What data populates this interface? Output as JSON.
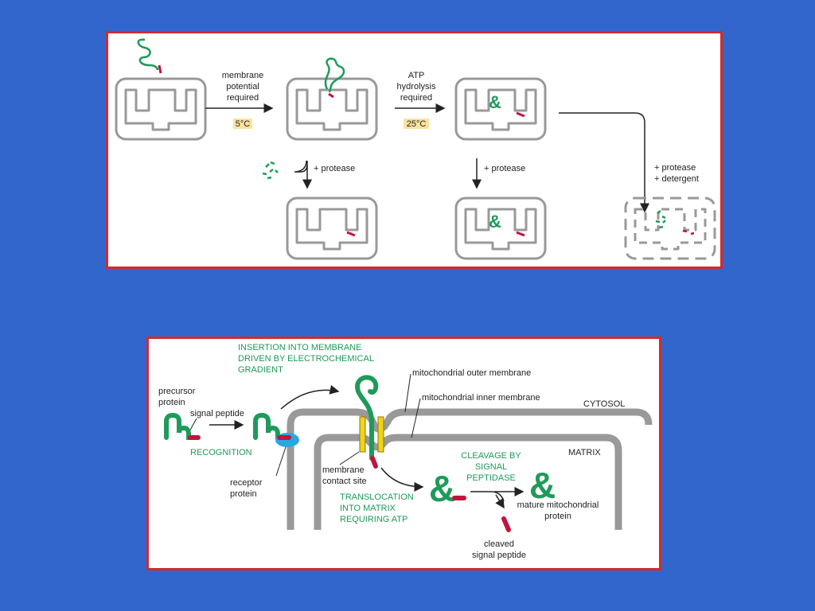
{
  "top_panel": {
    "step1_line1": "membrane",
    "step1_line2": "potential",
    "step1_line3": "required",
    "step1_temp": "5°C",
    "step2_line1": "ATP",
    "step2_line2": "hydrolysis",
    "step2_line3": "required",
    "step2_temp": "25°C",
    "protease_label_1": "+ protease",
    "protease_label_2": "+ protease",
    "protease_detergent_line1": "+ protease",
    "protease_detergent_line2": "+ detergent"
  },
  "bottom_panel": {
    "insertion_line1": "INSERTION INTO MEMBRANE",
    "insertion_line2": "DRIVEN BY ELECTROCHEMICAL",
    "insertion_line3": "GRADIENT",
    "outer_membrane": "mitochondrial outer membrane",
    "inner_membrane": "mitochondrial inner membrane",
    "cytosol": "CYTOSOL",
    "matrix": "MATRIX",
    "precursor_line1": "precursor",
    "precursor_line2": "protein",
    "signal_peptide": "signal peptide",
    "recognition": "RECOGNITION",
    "receptor_line1": "receptor",
    "receptor_line2": "protein",
    "contact_line1": "membrane",
    "contact_line2": "contact site",
    "translocation_line1": "TRANSLOCATION",
    "translocation_line2": "INTO MATRIX",
    "translocation_line3": "REQUIRING ATP",
    "cleavage_line1": "CLEAVAGE BY",
    "cleavage_line2": "SIGNAL",
    "cleavage_line3": "PEPTIDASE",
    "mature_line1": "mature mitochondrial",
    "mature_line2": "protein",
    "cleaved_line1": "cleaved",
    "cleaved_line2": "signal peptide"
  },
  "colors": {
    "background": "#3366cc",
    "frame": "#d42a2a",
    "protein": "#1e9a5a",
    "signal": "#c0143c",
    "membrane": "#999999",
    "receptor": "#29a8e0",
    "channel": "#f2d21a",
    "temp_box": "#fbe2a0"
  }
}
